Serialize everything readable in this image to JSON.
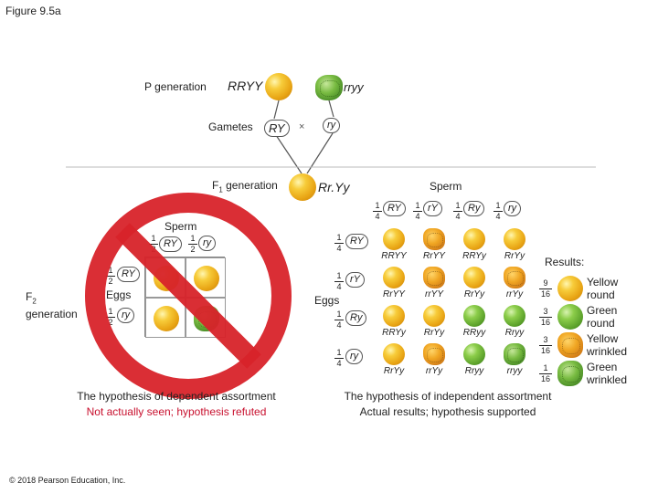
{
  "figure_label": "Figure 9.5a",
  "copyright": "© 2018 Pearson Education, Inc.",
  "p_generation": {
    "label": "P generation",
    "parent1": "RRYY",
    "parent2": "rryy",
    "gametes_label": "Gametes",
    "gamete1": "RY",
    "gamete2": "ry",
    "cross_symbol": "×"
  },
  "f1": {
    "label": "F",
    "sub": "1",
    "suffix": " generation",
    "genotype": "Rr.Yy"
  },
  "dependent": {
    "sperm_label": "Sperm",
    "eggs_label": "Eggs",
    "f2_label": "F",
    "f2_sub": "2",
    "f2_suffix": "generation",
    "frac_num": "1",
    "frac_den": "2",
    "allele1": "RY",
    "allele2": "ry",
    "caption_line1": "The hypothesis of dependent assortment",
    "caption_line2": "Not actually seen; hypothesis refuted",
    "grid": [
      [
        "yr",
        "yr"
      ],
      [
        "yr",
        "gw"
      ]
    ]
  },
  "independent": {
    "sperm_label": "Sperm",
    "eggs_label": "Eggs",
    "frac_num": "1",
    "frac_den": "4",
    "alleles": [
      "RY",
      "rY",
      "Ry",
      "ry"
    ],
    "grid": [
      [
        {
          "g": "RRYY",
          "p": "yr"
        },
        {
          "g": "RrYY",
          "p": "yw"
        },
        {
          "g": "RRYy",
          "p": "yr"
        },
        {
          "g": "RrYy",
          "p": "yr"
        }
      ],
      [
        {
          "g": "RrYY",
          "p": "yr"
        },
        {
          "g": "rrYY",
          "p": "yw"
        },
        {
          "g": "RrYy",
          "p": "yr"
        },
        {
          "g": "rrYy",
          "p": "yw"
        }
      ],
      [
        {
          "g": "RRYy",
          "p": "yr"
        },
        {
          "g": "RrYy",
          "p": "yr"
        },
        {
          "g": "RRyy",
          "p": "gr"
        },
        {
          "g": "Rryy",
          "p": "gr"
        }
      ],
      [
        {
          "g": "RrYy",
          "p": "yr"
        },
        {
          "g": "rrYy",
          "p": "yw"
        },
        {
          "g": "Rryy",
          "p": "gr"
        },
        {
          "g": "rryy",
          "p": "gw"
        }
      ]
    ],
    "caption_line1": "The hypothesis of independent assortment",
    "caption_line2": "Actual results; hypothesis supported"
  },
  "results": {
    "label": "Results:",
    "items": [
      {
        "num": "9",
        "den": "16",
        "pea": "yr",
        "line1": "Yellow",
        "line2": "round"
      },
      {
        "num": "3",
        "den": "16",
        "pea": "gr",
        "line1": "Green",
        "line2": "round"
      },
      {
        "num": "3",
        "den": "16",
        "pea": "yw",
        "line1": "Yellow",
        "line2": "wrinkled"
      },
      {
        "num": "1",
        "den": "16",
        "pea": "gw",
        "line1": "Green",
        "line2": "wrinkled"
      }
    ]
  }
}
